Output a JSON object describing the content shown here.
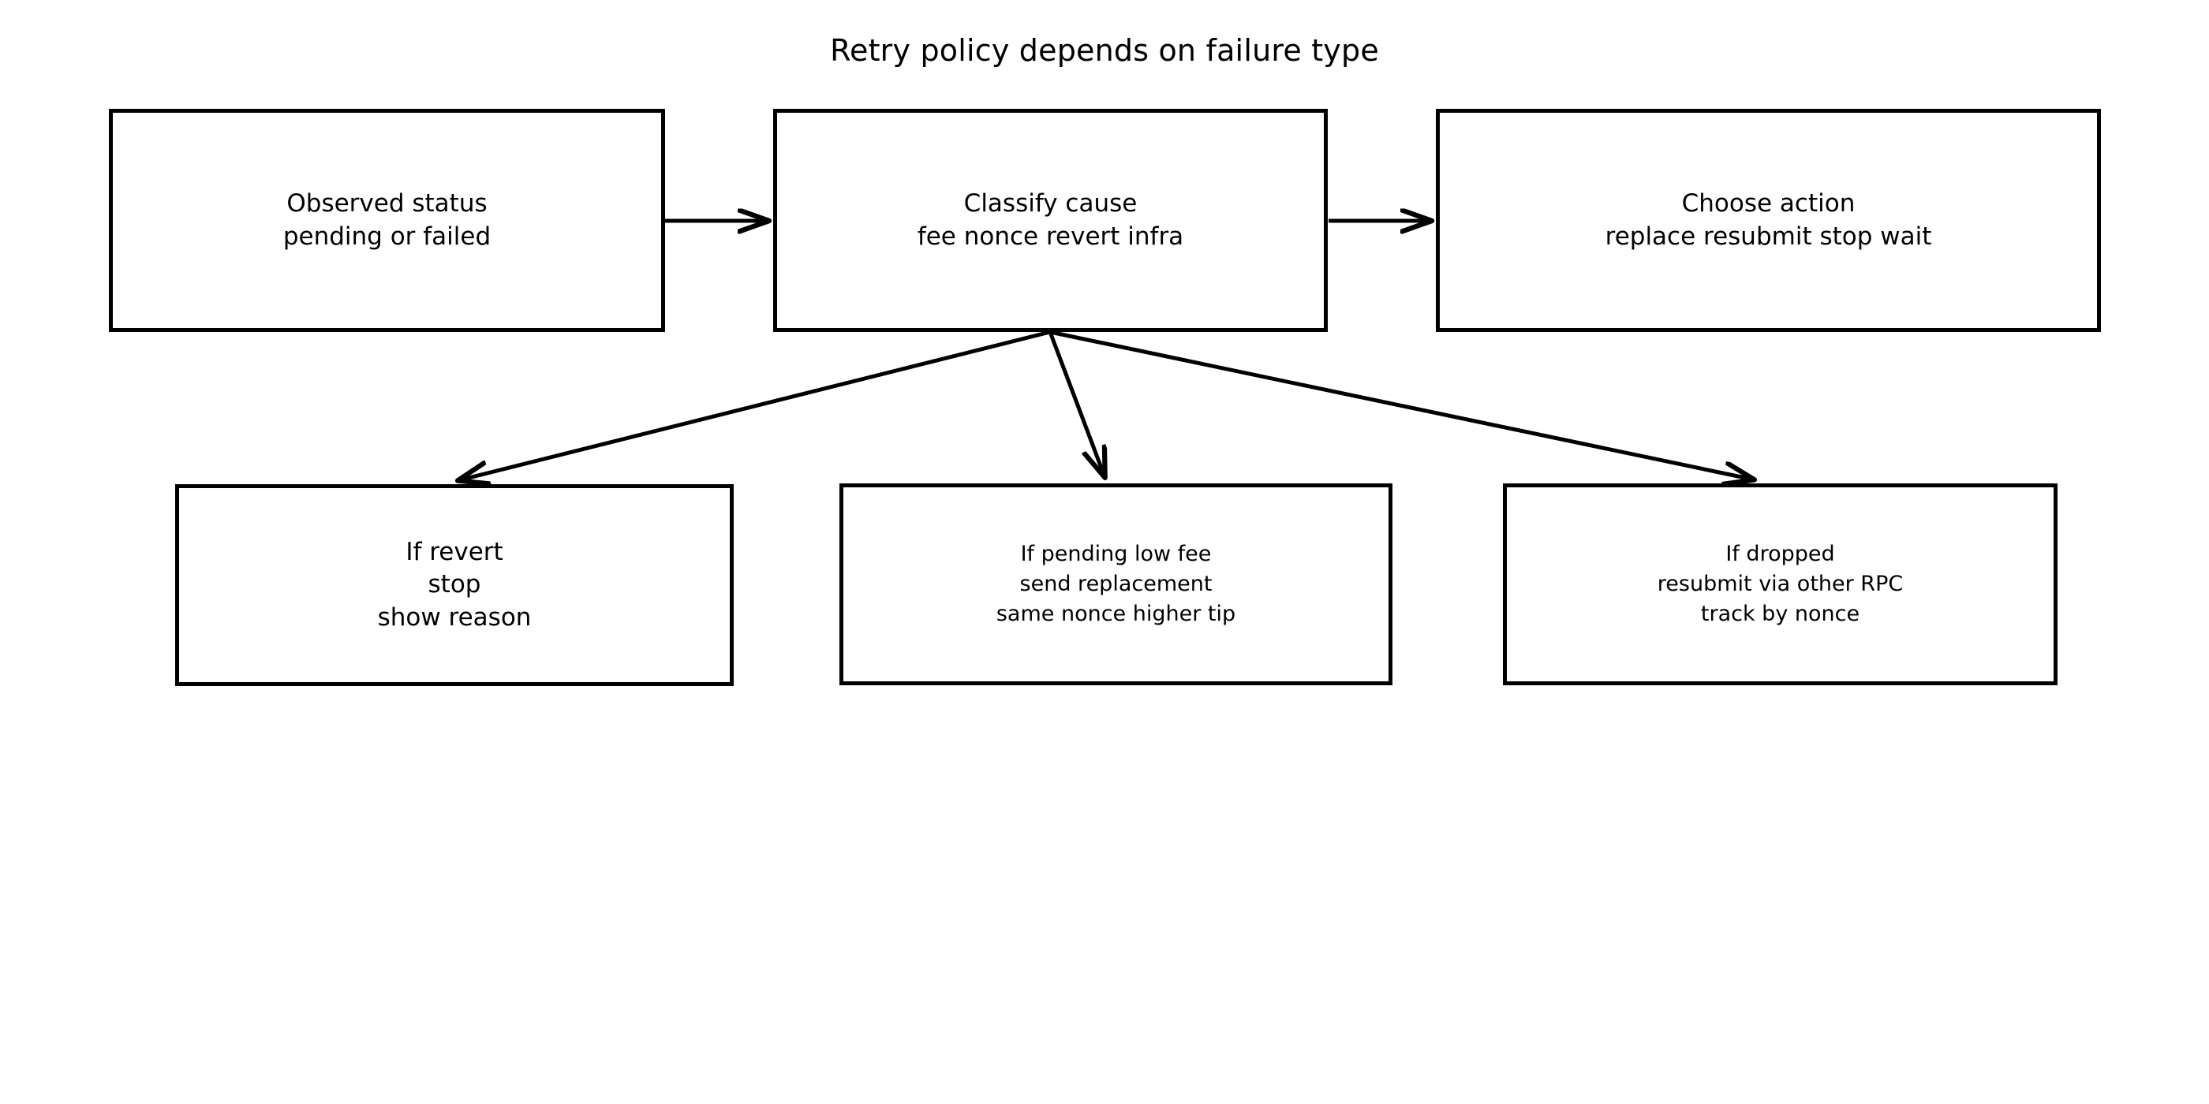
{
  "diagram": {
    "title": "Retry policy depends on failure type",
    "background_color": "#ffffff",
    "line_color": "#000000",
    "text_color": "#000000",
    "nodes": [
      {
        "id": "observed-status",
        "label": "Observed status\npending or failed"
      },
      {
        "id": "classify-cause",
        "label": "Classify cause\nfee nonce revert infra"
      },
      {
        "id": "choose-action",
        "label": "Choose action\nreplace resubmit stop wait"
      },
      {
        "id": "if-revert",
        "label": "If revert\nstop\nshow reason"
      },
      {
        "id": "if-pending",
        "label": "If pending low fee\nsend replacement\nsame nonce higher tip"
      },
      {
        "id": "if-dropped",
        "label": "If dropped\nresubmit via other RPC\ntrack by nonce"
      }
    ],
    "edges": [
      {
        "id": "observed-to-classify",
        "from": "observed-status",
        "to": "classify-cause",
        "label": ""
      },
      {
        "id": "classify-to-choose",
        "from": "classify-cause",
        "to": "choose-action",
        "label": ""
      },
      {
        "id": "classify-to-if-revert",
        "from": "classify-cause",
        "to": "if-revert",
        "label": ""
      },
      {
        "id": "classify-to-if-pending",
        "from": "classify-cause",
        "to": "if-pending",
        "label": ""
      },
      {
        "id": "classify-to-if-dropped",
        "from": "classify-cause",
        "to": "if-dropped",
        "label": ""
      }
    ]
  }
}
